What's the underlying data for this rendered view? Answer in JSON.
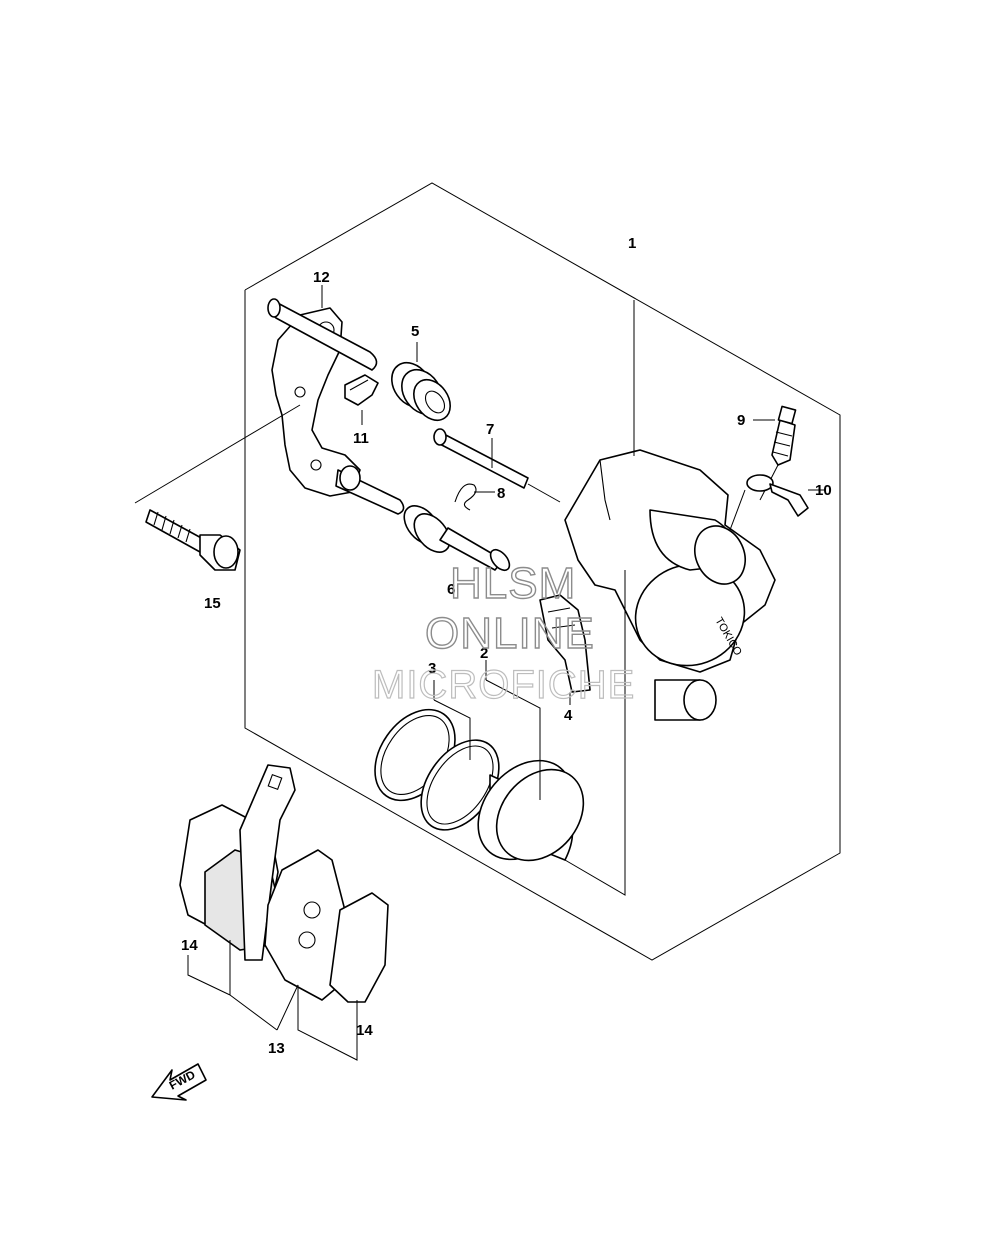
{
  "callouts": {
    "c1": "1",
    "c2": "2",
    "c3": "3",
    "c4": "4",
    "c5": "5",
    "c6": "6",
    "c7": "7",
    "c8": "8",
    "c9": "9",
    "c10": "10",
    "c11": "11",
    "c12": "12",
    "c13": "13",
    "c14a": "14",
    "c14b": "14",
    "c15": "15"
  },
  "watermark": {
    "line1": "HLSM",
    "line2": "ONLINE",
    "line3": "MICROFICHE"
  },
  "fwd_label": "FWD",
  "caliper_brand": "TOKICO"
}
